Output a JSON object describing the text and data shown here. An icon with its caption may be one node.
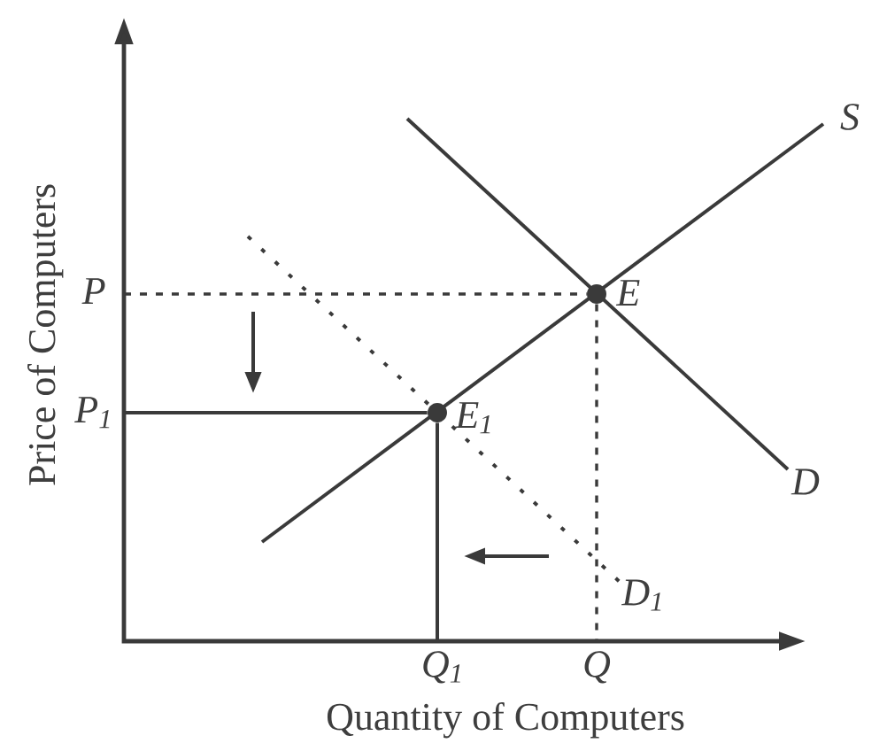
{
  "diagram": {
    "nodes": [
      {
        "text": [
          "P"
        ]
      },
      {
        "text": [],
        "shape": "circle",
        "beside": [
          "E"
        ]
      },
      {
        "text": [
          "P$_{1}$"
        ]
      },
      {
        "text": [],
        "shape": "circle",
        "beside": [
          "E$_{1}$"
        ]
      },
      {
        "text": [
          "Q$_{1}$"
        ]
      },
      {
        "text": [
          "Q"
        ]
      }
    ],
    "edges": [
      {
        "from": 0,
        "to": 1,
        "arrow": "none",
        "style": "dashed"
      },
      {
        "from": 2,
        "to": 3,
        "arrow": "none"
      },
      {
        "from": 3,
        "to": 4,
        "arrow": "none"
      },
      {
        "from": 1,
        "to": 5,
        "arrow": "none",
        "style": "dashed"
      }
    ],
    "labels": [
      "S",
      "D",
      "D$_{1}$",
      "Price of Computers",
      "Quantity of Computers"
    ]
  }
}
